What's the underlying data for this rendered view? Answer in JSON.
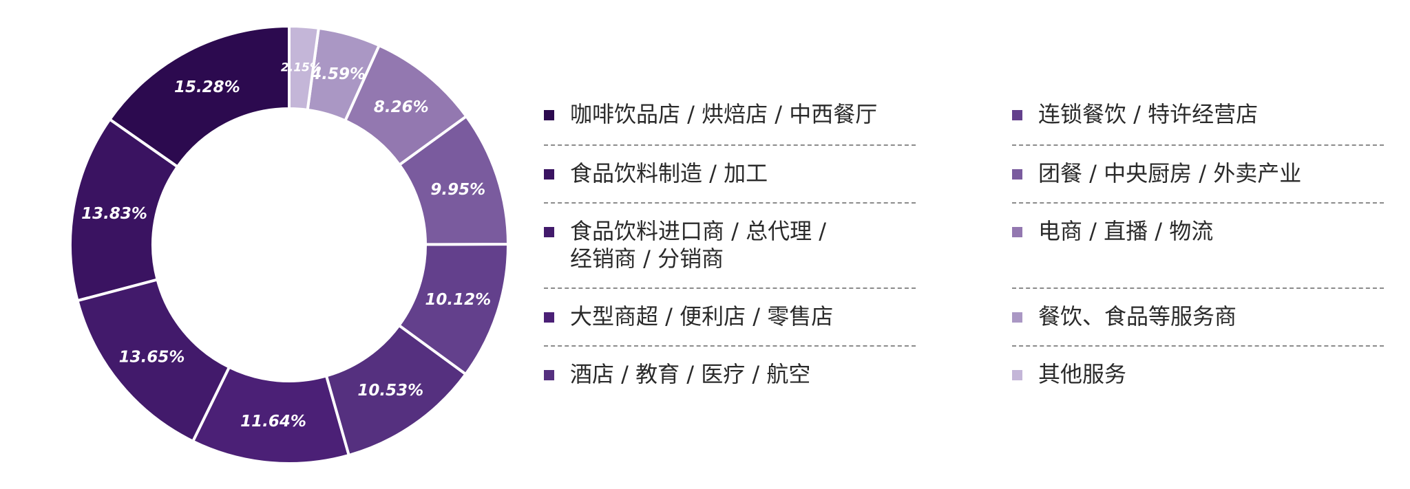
{
  "chart_data": {
    "type": "pie",
    "donut": true,
    "slices": [
      {
        "label": "咖啡饮品店 / 烘焙店 / 中西餐厅",
        "value": 15.28,
        "value_label": "15.28%",
        "color": "#2c0a4f"
      },
      {
        "label": "食品饮料制造 / 加工",
        "value": 13.83,
        "value_label": "13.83%",
        "color": "#3a1361"
      },
      {
        "label": "食品饮料进口商 / 总代理 / 经销商 / 分销商",
        "value": 13.65,
        "value_label": "13.65%",
        "color": "#421a6b"
      },
      {
        "label": "大型商超 / 便利店 / 零售店",
        "value": 11.64,
        "value_label": "11.64%",
        "color": "#4b2076"
      },
      {
        "label": "酒店 / 教育 / 医疗 / 航空",
        "value": 10.53,
        "value_label": "10.53%",
        "color": "#55307f"
      },
      {
        "label": "连锁餐饮 / 特许经营店",
        "value": 10.12,
        "value_label": "10.12%",
        "color": "#63408c"
      },
      {
        "label": "团餐 / 中央厨房 / 外卖产业",
        "value": 9.95,
        "value_label": "9.95%",
        "color": "#7a5b9e"
      },
      {
        "label": "电商 / 直播 / 物流",
        "value": 8.26,
        "value_label": "8.26%",
        "color": "#9378b0"
      },
      {
        "label": "餐饮、食品等服务商",
        "value": 4.59,
        "value_label": "4.59%",
        "color": "#aa97c4"
      },
      {
        "label": "其他服务",
        "value": 2.15,
        "value_label": "2.15%",
        "color": "#c4b6d8"
      }
    ],
    "legend": {
      "placement": "right",
      "columns": [
        [
          "咖啡饮品店 / 烘焙店 / 中西餐厅",
          "食品饮料制造 / 加工",
          "食品饮料进口商 / 总代理 /\n经销商 / 分销商",
          "大型商超 / 便利店 / 零售店",
          "酒店 / 教育 / 医疗 / 航空"
        ],
        [
          "连锁餐饮 / 特许经营店",
          "团餐 / 中央厨房 / 外卖产业",
          "电商 / 直播 / 物流",
          "餐饮、食品等服务商",
          "其他服务"
        ]
      ],
      "dashed_separators": true
    }
  }
}
